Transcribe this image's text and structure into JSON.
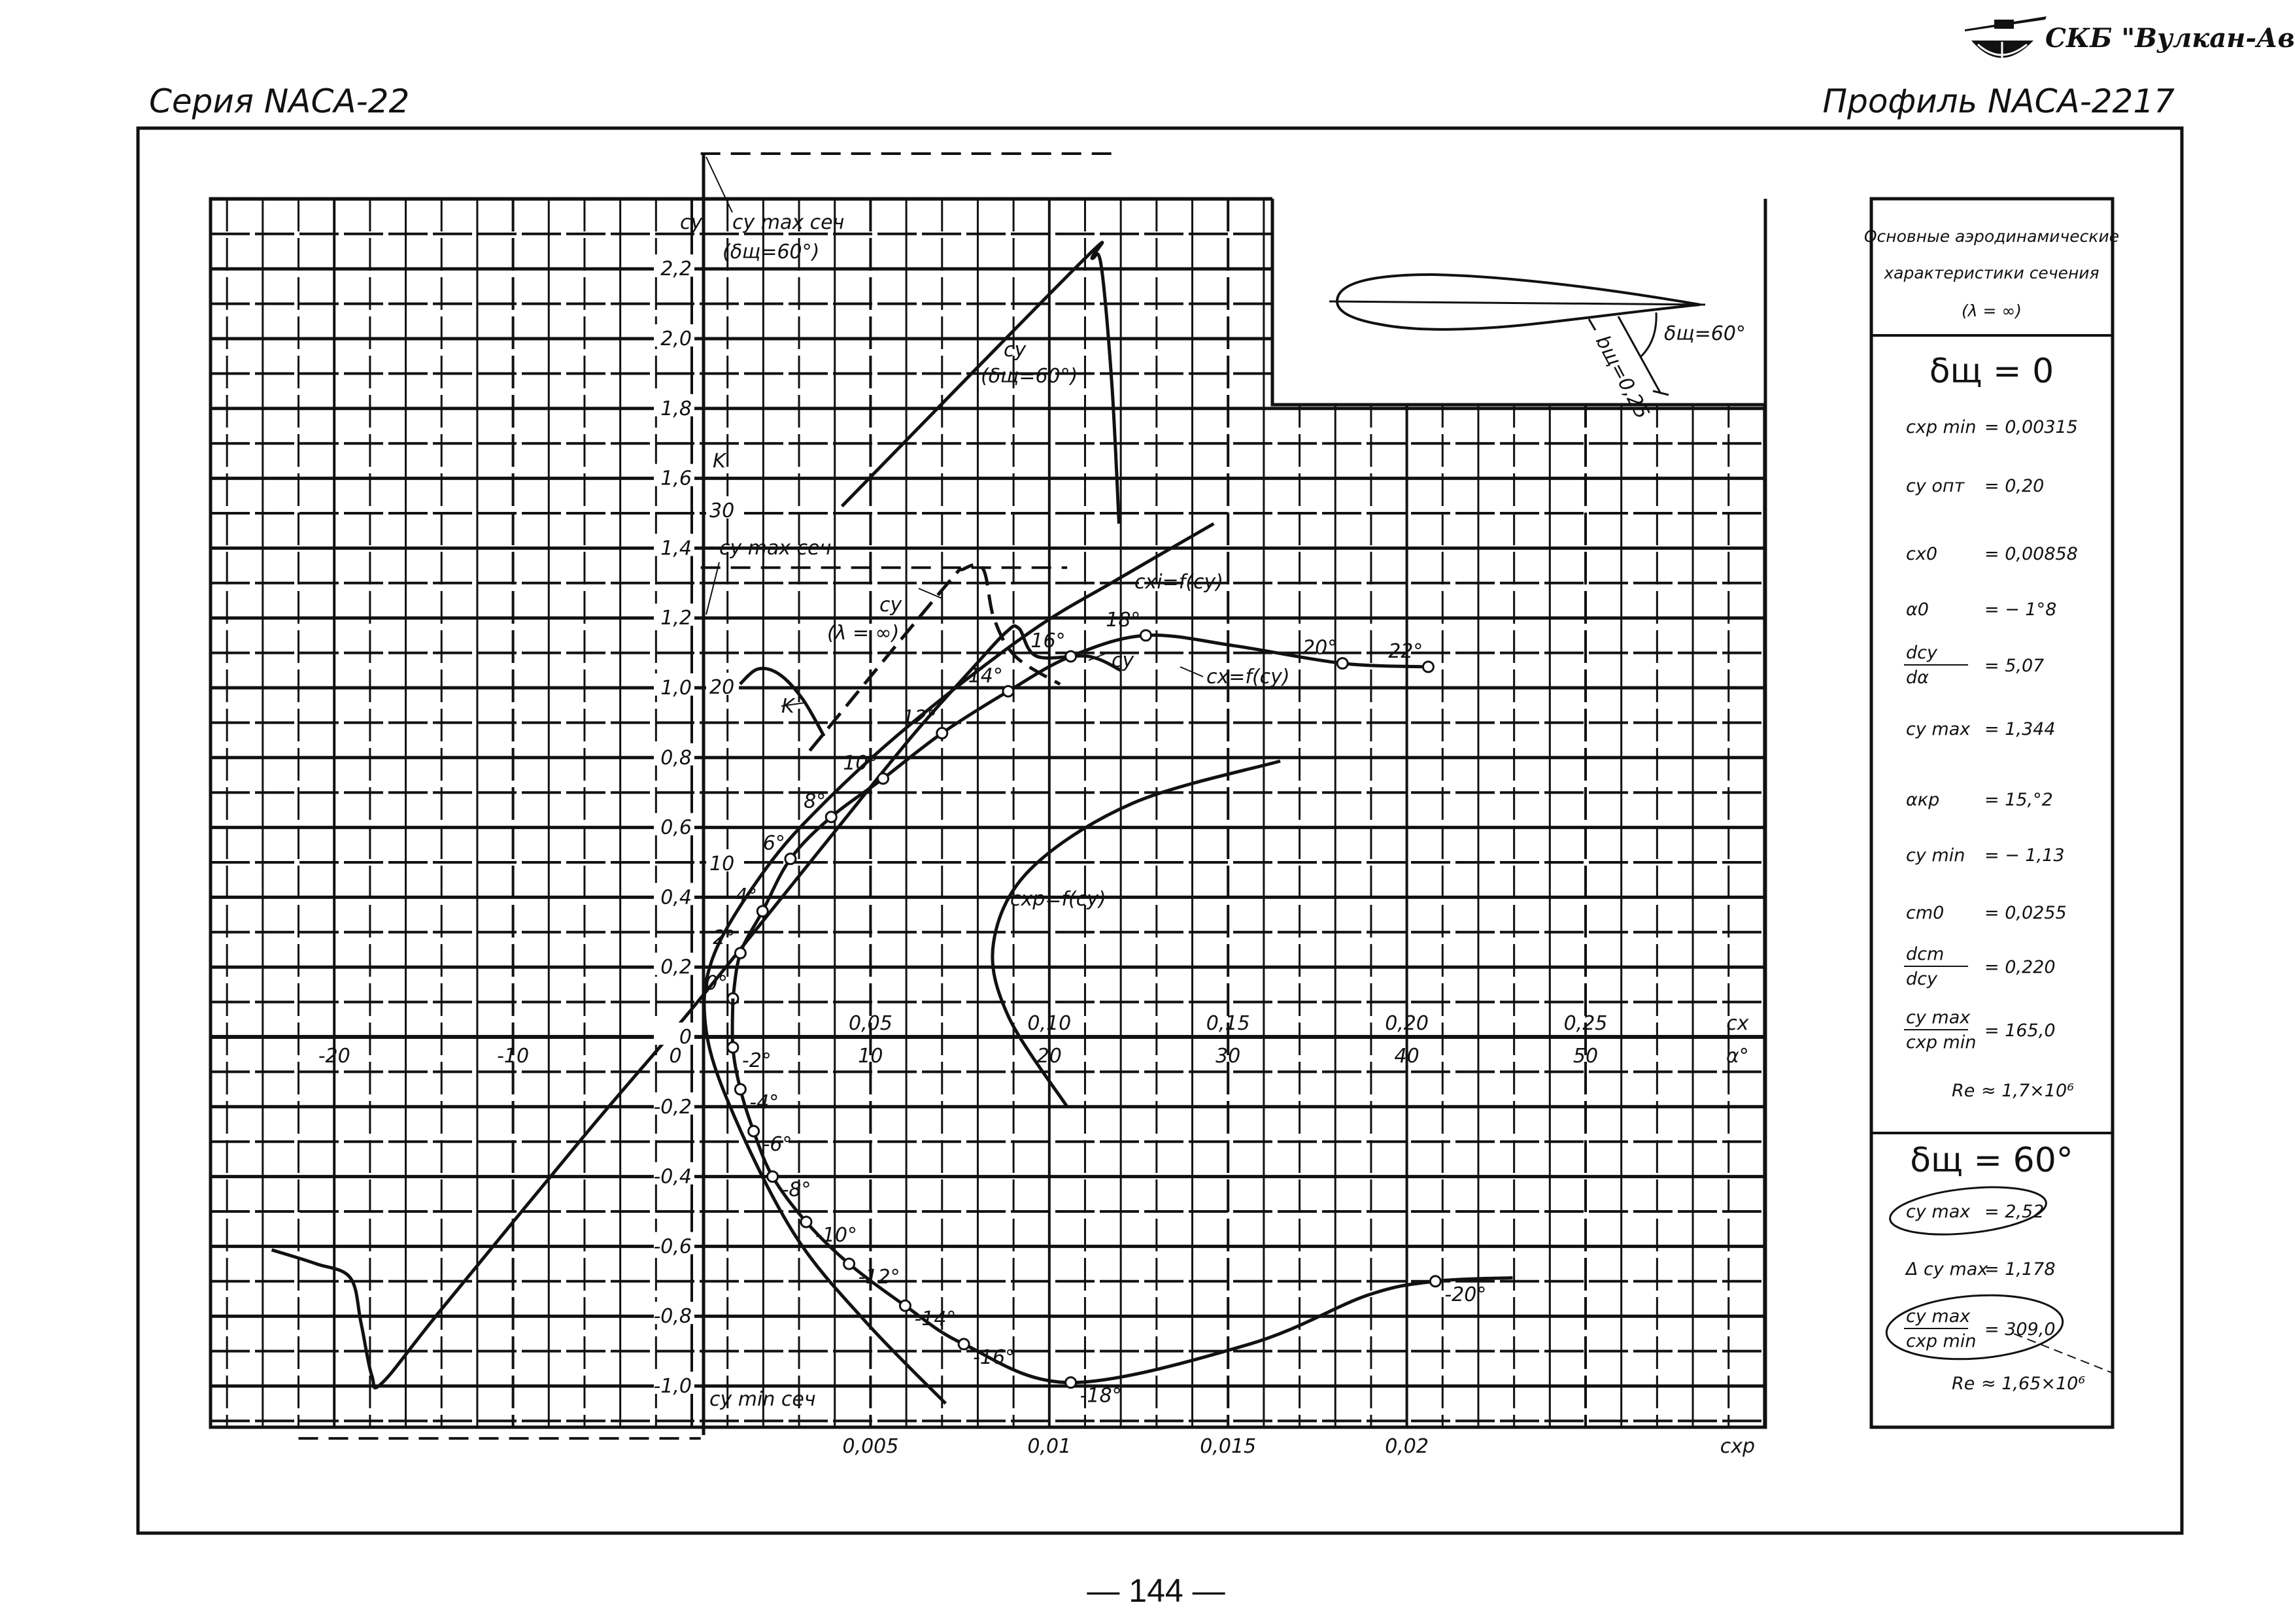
{
  "header": {
    "series": "Серия NACA-22",
    "profile": "Профиль NACA-2217",
    "logo_text": "СКБ \"Вулкан-Авиа\""
  },
  "page_number": "— 144 —",
  "panel": {
    "title": [
      "Основные аэродинамические",
      "характеристики сечения",
      "(λ = ∞)"
    ],
    "section1": {
      "heading": "δщ = 0",
      "rows": [
        {
          "label": "cxp min",
          "value": "= 0,00315"
        },
        {
          "label": "cy опт",
          "value": "= 0,20"
        },
        {
          "label": "cx0",
          "value": "= 0,00858"
        },
        {
          "label": "α0",
          "value": "= − 1°8"
        },
        {
          "num": "dcy",
          "den": "dα",
          "value": "= 5,07"
        },
        {
          "label": "cy max",
          "value": "= 1,344"
        },
        {
          "label": "αкр",
          "value": "= 15,°2"
        },
        {
          "label": "cy min",
          "value": "= − 1,13"
        },
        {
          "label": "cm0",
          "value": "= 0,0255"
        },
        {
          "num": "dcm",
          "den": "dcy",
          "value": "= 0,220"
        },
        {
          "num": "cy max",
          "den": "cxp min",
          "value": "= 165,0"
        },
        {
          "label": "Re",
          "value": "≈ 1,7×10⁶"
        }
      ]
    },
    "section2": {
      "heading": "δщ = 60°",
      "rows": [
        {
          "label": "cy max",
          "value": "= 2,52"
        },
        {
          "label": "Δ cy max",
          "value": "= 1,178"
        },
        {
          "num": "cy max",
          "den": "cxp min",
          "value": "= 309,0"
        },
        {
          "label": "Re",
          "value": "≈ 1,65×10⁶"
        }
      ]
    }
  },
  "chart_data": {
    "type": "line",
    "title": "Профиль NACA-2217",
    "axes": {
      "cy": {
        "label": "cy",
        "values": [
          2.2,
          2.0,
          1.8,
          1.6,
          1.4,
          1.2,
          1.0,
          0.8,
          0.6,
          0.4,
          0.2,
          0,
          -0.2,
          -0.4,
          -0.6,
          -0.8,
          -1.0
        ],
        "ticks": [
          "2,2",
          "2,0",
          "1,8",
          "1,6",
          "1,4",
          "1,2",
          "1,0",
          "0,8",
          "0,6",
          "0,4",
          "0,2",
          "0",
          "-0,2",
          "-0,4",
          "-0,6",
          "-0,8",
          "-1,0"
        ],
        "range": [
          -1.1,
          2.4
        ]
      },
      "alpha": {
        "label": "α°",
        "values": [
          -20,
          -10,
          0,
          10,
          20,
          30,
          40,
          50
        ],
        "ticks": [
          "-20",
          "-10",
          "0",
          "10",
          "20",
          "30",
          "40",
          "50"
        ],
        "range": [
          -27,
          60
        ]
      },
      "cx": {
        "label": "cx",
        "values": [
          0.05,
          0.1,
          0.15,
          0.2,
          0.25
        ],
        "ticks": [
          "0,05",
          "0,10",
          "0,15",
          "0,20",
          "0,25"
        ]
      },
      "cxp": {
        "label": "cxp",
        "values": [
          0.005,
          0.01,
          0.015,
          0.02
        ],
        "ticks": [
          "0,005",
          "0,01",
          "0,015",
          "0,02"
        ]
      },
      "K": {
        "label": "K",
        "values": [
          30,
          20,
          10
        ],
        "ticks": [
          "30",
          "20",
          "10"
        ]
      }
    },
    "grid": true,
    "reference_lines": [
      {
        "name": "cy max сеч (δщ=60°)",
        "cy": 2.53,
        "alpha_range": [
          0.5,
          24
        ]
      },
      {
        "name": "cy max сеч",
        "cy": 1.344,
        "alpha_range": [
          0.5,
          21
        ]
      },
      {
        "name": "cy min сеч",
        "cy": -1.15,
        "alpha_range": [
          -22,
          0.5
        ]
      }
    ],
    "series": [
      {
        "name": "cy = f(α), δщ=0",
        "x_axis": "alpha",
        "style": "solid",
        "points": [
          [
            -23.5,
            -0.61
          ],
          [
            -21,
            -0.65
          ],
          [
            -19.1,
            -0.69
          ],
          [
            -18.5,
            -0.82
          ],
          [
            -17.9,
            -0.97
          ],
          [
            -17.3,
            -0.99
          ],
          [
            -14,
            -0.78
          ],
          [
            -5.8,
            -0.27
          ],
          [
            0,
            0.08
          ],
          [
            7.4,
            0.55
          ],
          [
            12.3,
            0.86
          ],
          [
            15.6,
            1.05
          ],
          [
            17.6,
            1.16
          ],
          [
            18.3,
            1.17
          ],
          [
            19.3,
            1.09
          ],
          [
            22.2,
            1.09
          ],
          [
            24,
            1.05
          ]
        ]
      },
      {
        "name": "cy = f(α), λ=∞",
        "x_axis": "alpha",
        "style": "dashed",
        "points": [
          [
            6.6,
            0.82
          ],
          [
            14,
            1.28
          ],
          [
            15.2,
            1.34
          ],
          [
            16.3,
            1.34
          ],
          [
            16.9,
            1.2
          ],
          [
            18.1,
            1.09
          ],
          [
            20.6,
            1.01
          ]
        ]
      },
      {
        "name": "cy = f(α), δщ=60°",
        "x_axis": "alpha",
        "style": "solid",
        "points": [
          [
            8.4,
            1.52
          ],
          [
            21.8,
            2.22
          ],
          [
            22.4,
            2.23
          ],
          [
            22.9,
            2.21
          ],
          [
            23.5,
            1.87
          ],
          [
            23.9,
            1.47
          ]
        ]
      },
      {
        "name": "cx = f(cy)",
        "x_axis": "cx",
        "style": "solid",
        "markers": true,
        "points": [
          [
            0.0115,
            0.11
          ],
          [
            0.0136,
            0.24
          ],
          [
            0.0198,
            0.36
          ],
          [
            0.0276,
            0.51
          ],
          [
            0.039,
            0.63
          ],
          [
            0.0535,
            0.74
          ],
          [
            0.07,
            0.87
          ],
          [
            0.0885,
            0.99
          ],
          [
            0.106,
            1.09
          ],
          [
            0.127,
            1.15
          ],
          [
            0.152,
            1.12
          ],
          [
            0.182,
            1.07
          ],
          [
            0.206,
            1.06
          ]
        ],
        "point_labels": [
          "0°",
          "2°",
          "4°",
          "6°",
          "8°",
          "10°",
          "12°",
          "14°",
          "16°",
          "18°",
          "",
          "20°",
          "22°"
        ]
      },
      {
        "name": "cxp = f(cy) (negative α)",
        "x_axis": "cx",
        "style": "solid",
        "markers": true,
        "points": [
          [
            0.0115,
            0.11
          ],
          [
            0.0115,
            -0.03
          ],
          [
            0.0136,
            -0.15
          ],
          [
            0.0173,
            -0.27
          ],
          [
            0.0226,
            -0.4
          ],
          [
            0.032,
            -0.53
          ],
          [
            0.044,
            -0.65
          ],
          [
            0.0597,
            -0.77
          ],
          [
            0.0761,
            -0.88
          ],
          [
            0.106,
            -0.99
          ],
          [
            0.156,
            -0.88
          ],
          [
            0.189,
            -0.74
          ],
          [
            0.208,
            -0.7
          ],
          [
            0.2296,
            -0.69
          ]
        ],
        "point_labels": [
          "",
          "-2°",
          "-4°",
          "-6°",
          "-8°",
          "-10°",
          "-12°",
          "-14°",
          "-16°",
          "-18°",
          "",
          "",
          "-20°",
          ""
        ]
      },
      {
        "name": "cxi = f(cy)",
        "x_axis": "cx",
        "style": "solid",
        "points": [
          [
            0.071,
            -1.05
          ],
          [
            0.049,
            -0.82
          ],
          [
            0.029,
            -0.57
          ],
          [
            0.012,
            -0.23
          ],
          [
            0.004,
            0.02
          ],
          [
            0.006,
            0.23
          ],
          [
            0.0206,
            0.48
          ],
          [
            0.037,
            0.67
          ],
          [
            0.0617,
            0.9
          ],
          [
            0.0947,
            1.16
          ],
          [
            0.119,
            1.31
          ],
          [
            0.146,
            1.47
          ]
        ]
      },
      {
        "name": "cxp = f(cy)",
        "x_axis": "cxp",
        "style": "solid",
        "points": [
          [
            0.01646,
            0.79
          ],
          [
            0.01235,
            0.67
          ],
          [
            0.00947,
            0.48
          ],
          [
            0.00844,
            0.27
          ],
          [
            0.00885,
            0.06
          ],
          [
            0.0105,
            -0.2
          ]
        ]
      },
      {
        "name": "K = f(α)",
        "x_axis": "alpha",
        "y_axis": "K",
        "style": "solid",
        "points": [
          [
            2.7,
            20.25
          ],
          [
            3.7,
            21.1
          ],
          [
            4.9,
            20.8
          ],
          [
            6.2,
            19.4
          ],
          [
            7.4,
            17.3
          ]
        ]
      }
    ],
    "annotations": [
      {
        "text": "cy max сеч"
      },
      {
        "text": "(δщ=60°)"
      },
      {
        "text": "cy"
      },
      {
        "text": "(δщ=60°)"
      },
      {
        "text": "cy max сеч"
      },
      {
        "text": "cy"
      },
      {
        "text": "(λ = ∞)"
      },
      {
        "text": "cxi=f(cy)"
      },
      {
        "text": "cy"
      },
      {
        "text": "cx=f(cy)"
      },
      {
        "text": "cxp=f(cy)"
      },
      {
        "text": "K"
      },
      {
        "text": "cy min сеч"
      },
      {
        "text": "δщ=60°"
      },
      {
        "text": "bщ=0,25"
      }
    ]
  }
}
